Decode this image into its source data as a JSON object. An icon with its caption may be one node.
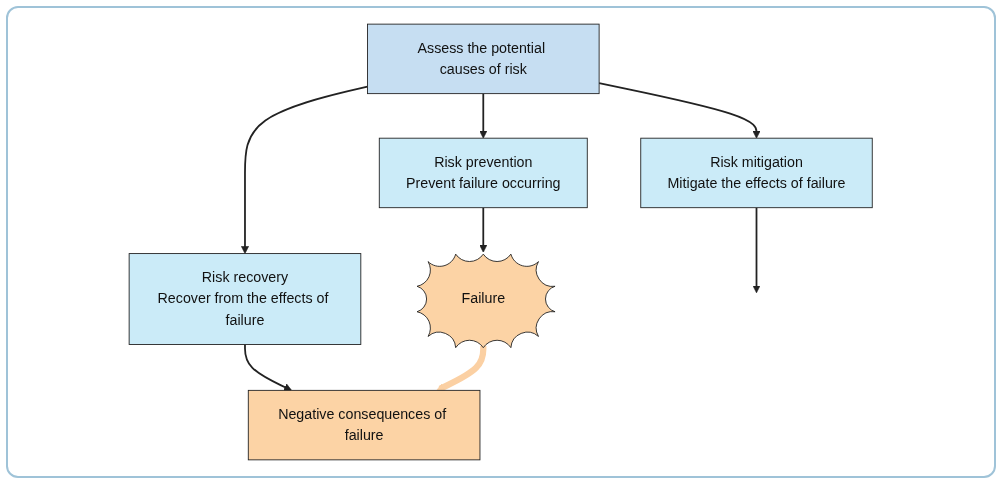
{
  "diagram": {
    "nodes": [
      {
        "text": [
          "Assess the potential causes of risk"
        ]
      },
      {
        "text": [
          "Risk prevention",
          "Prevent failure occurring"
        ]
      },
      {
        "text": [
          "Risk mitigation",
          "Mitigate the effects of failure"
        ]
      },
      {
        "text": [
          "Risk recovery",
          "Recover from the effects of failure"
        ]
      },
      {
        "text": [
          "Failure"
        ]
      },
      {
        "text": [
          "Negative consequences of failure"
        ]
      }
    ],
    "edges": [
      {
        "from": 0,
        "to": 1,
        "arrow": "to"
      },
      {
        "from": 0,
        "to": 2,
        "arrow": "to"
      },
      {
        "from": 0,
        "to": 3,
        "arrow": "to"
      },
      {
        "from": 1,
        "to": 4,
        "arrow": "to"
      },
      {
        "from": 2,
        "to": null,
        "arrow": "to"
      },
      {
        "from": 3,
        "to": 5,
        "arrow": "to"
      },
      {
        "from": 4,
        "to": 5,
        "arrow": "to",
        "style": "thick",
        "color": "#fbd0a3"
      }
    ]
  }
}
